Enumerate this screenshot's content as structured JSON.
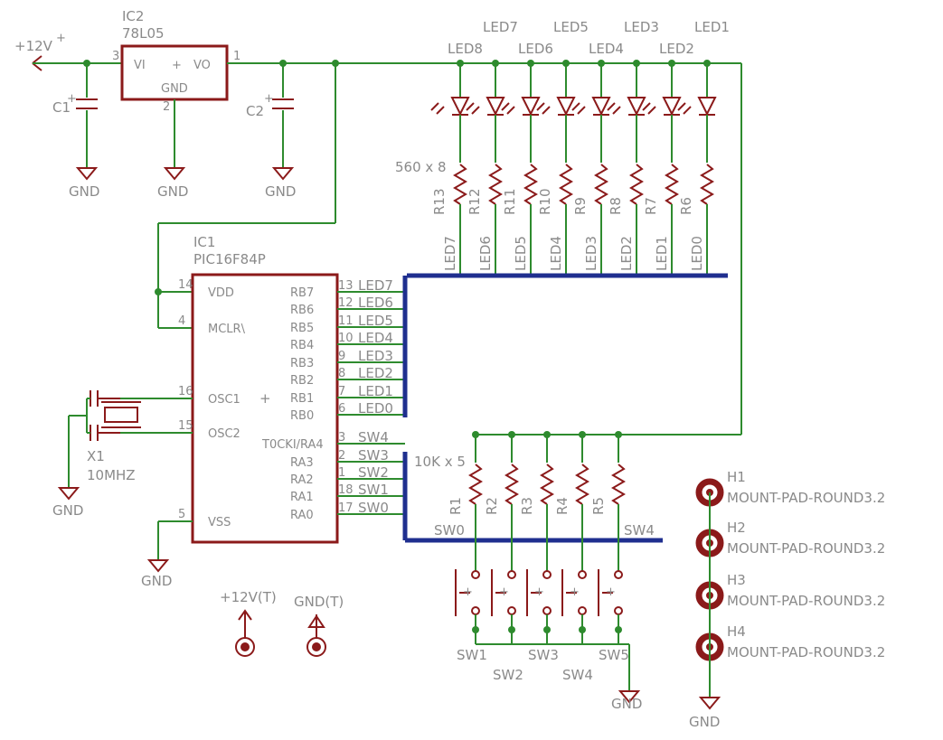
{
  "power": {
    "vin": "+12V",
    "gnd": "GND",
    "test_pos": "+12V(T)",
    "test_gnd": "GND(T)"
  },
  "regulator": {
    "name": "IC2",
    "value": "78L05",
    "pin_vi": "VI",
    "pin_vo": "VO",
    "pin_gnd": "GND",
    "pin_in_no": "3",
    "pin_out_no": "1",
    "pin_gnd_no": "2",
    "plus": "+"
  },
  "caps": {
    "c1": "C1",
    "c2": "C2"
  },
  "mcu": {
    "name": "IC1",
    "value": "PIC16F84P",
    "left_pins": [
      {
        "num": "14",
        "label": "VDD"
      },
      {
        "num": "4",
        "label": "MCLR\\"
      },
      {
        "num": "16",
        "label": "OSC1"
      },
      {
        "num": "15",
        "label": "OSC2"
      },
      {
        "num": "5",
        "label": "VSS"
      }
    ],
    "right_pins": [
      {
        "num": "13",
        "label": "RB7",
        "net": "LED7"
      },
      {
        "num": "12",
        "label": "RB6",
        "net": "LED6"
      },
      {
        "num": "11",
        "label": "RB5",
        "net": "LED5"
      },
      {
        "num": "10",
        "label": "RB4",
        "net": "LED4"
      },
      {
        "num": "9",
        "label": "RB3",
        "net": "LED3"
      },
      {
        "num": "8",
        "label": "RB2",
        "net": "LED2"
      },
      {
        "num": "7",
        "label": "RB1",
        "net": "LED1"
      },
      {
        "num": "6",
        "label": "RB0",
        "net": "LED0"
      },
      {
        "num": "3",
        "label": "T0CKI/RA4",
        "net": "SW4"
      },
      {
        "num": "2",
        "label": "RA3",
        "net": "SW3"
      },
      {
        "num": "1",
        "label": "RA2",
        "net": "SW2"
      },
      {
        "num": "18",
        "label": "RA1",
        "net": "SW1"
      },
      {
        "num": "17",
        "label": "RA0",
        "net": "SW0"
      }
    ],
    "plus": "+"
  },
  "crystal": {
    "name": "X1",
    "value": "10MHZ"
  },
  "leds": {
    "labels": [
      "LED8",
      "LED7",
      "LED6",
      "LED5",
      "LED4",
      "LED3",
      "LED2",
      "LED1"
    ]
  },
  "led_resistors": {
    "value": "560 x 8",
    "names": [
      "R13",
      "R12",
      "R11",
      "R10",
      "R9",
      "R8",
      "R7",
      "R6"
    ],
    "nets": [
      "LED7",
      "LED6",
      "LED5",
      "LED4",
      "LED3",
      "LED2",
      "LED1",
      "LED0"
    ]
  },
  "switch_resistors": {
    "value": "10K x 5",
    "names": [
      "R1",
      "R2",
      "R3",
      "R4",
      "R5"
    ],
    "net_first": "SW0",
    "net_last": "SW4"
  },
  "switches": {
    "names": [
      "SW1",
      "SW2",
      "SW3",
      "SW4",
      "SW5"
    ],
    "plus": "+"
  },
  "mount_holes": [
    {
      "name": "H1",
      "value": "MOUNT-PAD-ROUND3.2"
    },
    {
      "name": "H2",
      "value": "MOUNT-PAD-ROUND3.2"
    },
    {
      "name": "H3",
      "value": "MOUNT-PAD-ROUND3.2"
    },
    {
      "name": "H4",
      "value": "MOUNT-PAD-ROUND3.2"
    }
  ]
}
